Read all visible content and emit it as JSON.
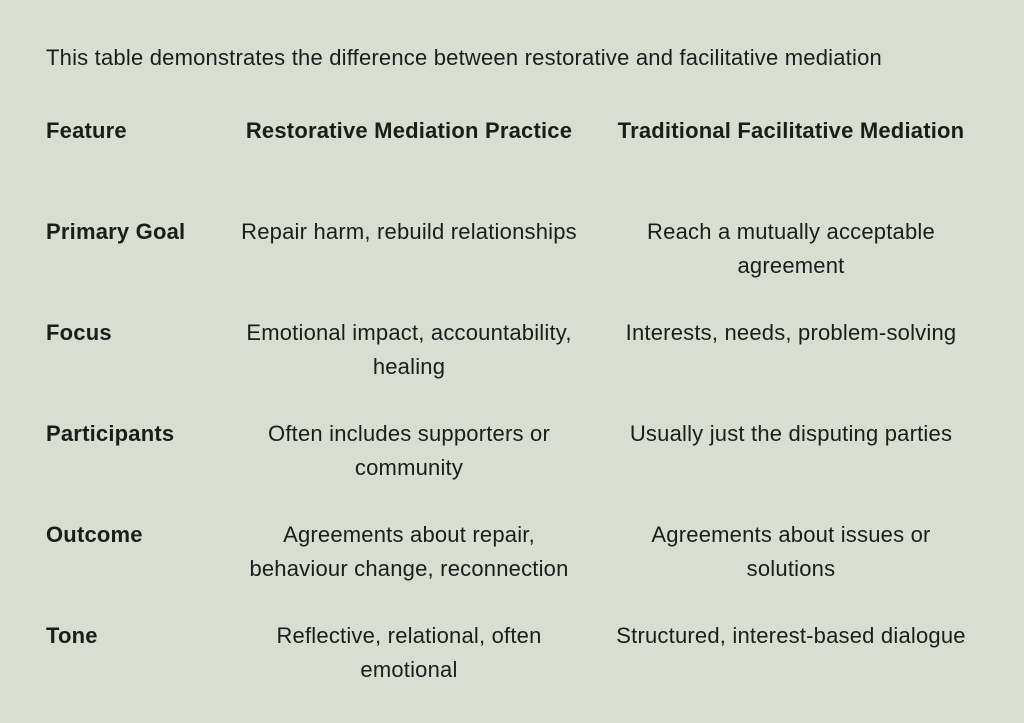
{
  "colors": {
    "background": "#d9ded3",
    "text": "#1c1c1a"
  },
  "intro": {
    "text": "This table demonstrates the difference between restorative and facilitative mediation"
  },
  "table": {
    "headers": {
      "feature": "Feature",
      "restorative": "Restorative Mediation Practice",
      "facilitative": "Traditional Facilitative Mediation"
    },
    "rows": [
      {
        "feature": "Primary Goal",
        "restorative": "Repair harm, rebuild relationships",
        "facilitative": "Reach a mutually acceptable agreement"
      },
      {
        "feature": "Focus",
        "restorative": "Emotional impact, accountability, healing",
        "facilitative": "Interests, needs, problem-solving"
      },
      {
        "feature": "Participants",
        "restorative": "Often includes supporters or community",
        "facilitative": "Usually just the disputing parties"
      },
      {
        "feature": "Outcome",
        "restorative": "Agreements about repair, behaviour change, reconnection",
        "facilitative": "Agreements about issues or solutions"
      },
      {
        "feature": "Tone",
        "restorative": "Reflective, relational, often emotional",
        "facilitative": "Structured, interest-based dialogue"
      }
    ]
  }
}
